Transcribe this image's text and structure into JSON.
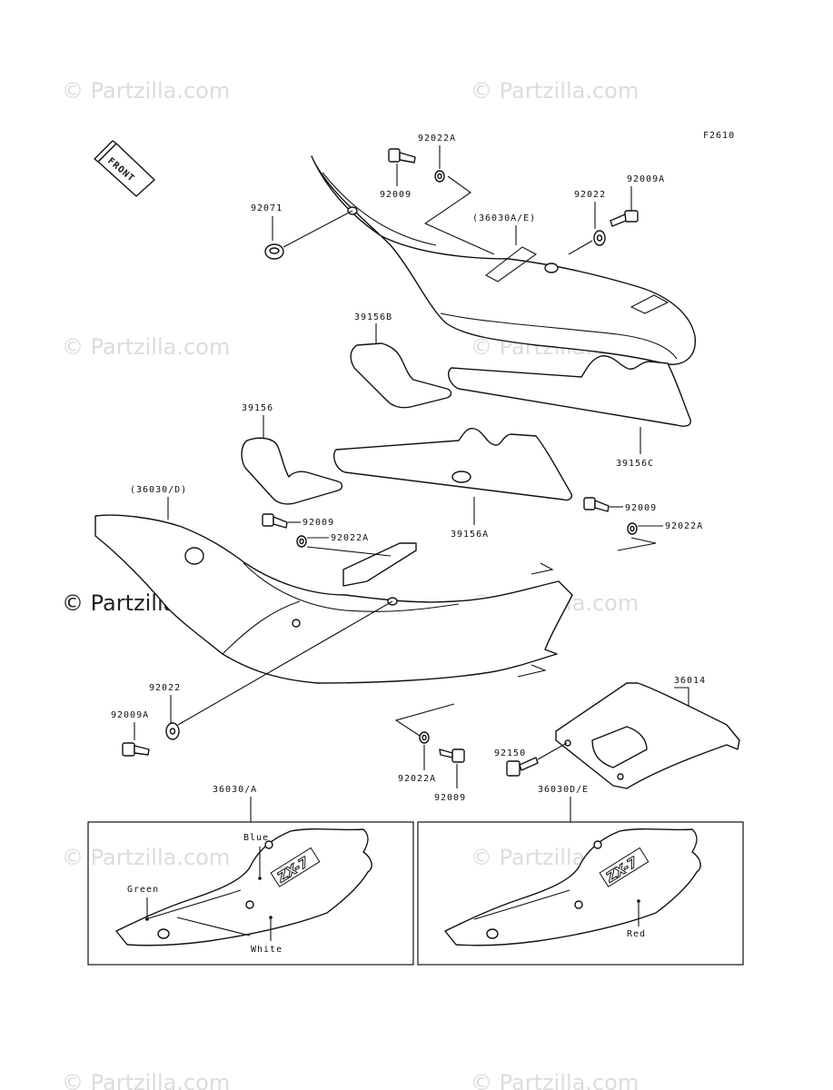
{
  "diagram": {
    "figure_code": "F2610",
    "front_label": "FRONT",
    "watermark": "© Partzilla.com",
    "parts": {
      "p92022A_top": "92022A",
      "p92009_top": "92009",
      "p92009A_top": "92009A",
      "p92022_top": "92022",
      "p92071": "92071",
      "p36030AE": "(36030A/E)",
      "p39156B": "39156B",
      "p39156": "39156",
      "p39156C": "39156C",
      "p36030D": "(36030/D)",
      "p92009_mid": "92009",
      "p92022A_mid": "92022A",
      "p39156A": "39156A",
      "p92009_right": "92009",
      "p92022A_right": "92022A",
      "p92022_low": "92022",
      "p92009A_low": "92009A",
      "p36014": "36014",
      "p92150": "92150",
      "p92022A_bottom": "92022A",
      "p92009_bottom": "92009",
      "p36030A": "36030/A",
      "p36030DE": "36030D/E"
    },
    "inset_left": {
      "badge": "ZX-7",
      "colors": {
        "blue": "Blue",
        "green": "Green",
        "white": "White"
      }
    },
    "inset_right": {
      "badge": "ZX-7",
      "colors": {
        "red": "Red"
      }
    }
  }
}
